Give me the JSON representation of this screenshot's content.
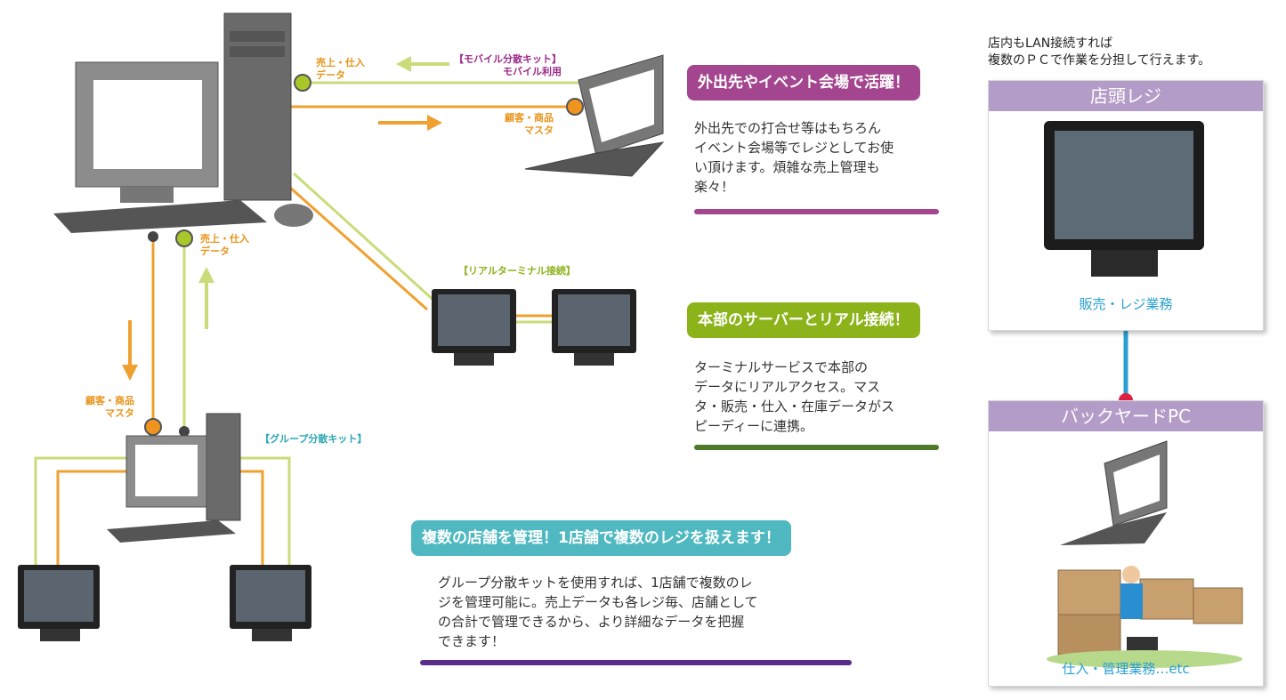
{
  "labels": {
    "sales_top": "売上・仕入\nデータ",
    "sales_mid": "売上・仕入\nデータ",
    "customer_right": "顧客・商品\nマスタ",
    "customer_left": "顧客・商品\nマスタ",
    "mobile_kit": "【モバイル分散キット】\nモバイル利用",
    "real_terminal": "【リアルターミナル接続】",
    "group_kit": "【グループ分散キット】"
  },
  "sections": [
    {
      "title": "外出先やイベント会場で活躍！",
      "body": "外出先での打合せ等はもちろん\nイベント会場等でレジとしてお使\nい頂けます。煩雑な売上管理も\n楽々！",
      "color": "#a4458f"
    },
    {
      "title": "本部のサーバーとリアル接続！",
      "body": "ターミナルサービスで本部の\nデータにリアルアクセス。マス\nタ・販売・仕入・在庫データがス\nピーディーに連携。",
      "color": "#8cb31a",
      "underline": "#4e7a2a"
    },
    {
      "title": "複数の店舗を管理！1店舗で複数のレジを扱えます！",
      "body": "グループ分散キットを使用すれば、1店舗で複数のレ\nジを管理可能に。売上データも各レジ毎、店舗として\nの合計で管理できるから、より詳細なデータを把握\nできます！",
      "color": "#4fb8c1",
      "underline": "#5a2d8a"
    }
  ],
  "note": "店内もLAN接続すれば\n複数のＰＣで作業を分担して行えます。",
  "panels": [
    {
      "title": "店頭レジ",
      "caption": "販売・レジ業務"
    },
    {
      "title": "バックヤードPC",
      "caption": "仕入・管理業務…etc"
    }
  ]
}
